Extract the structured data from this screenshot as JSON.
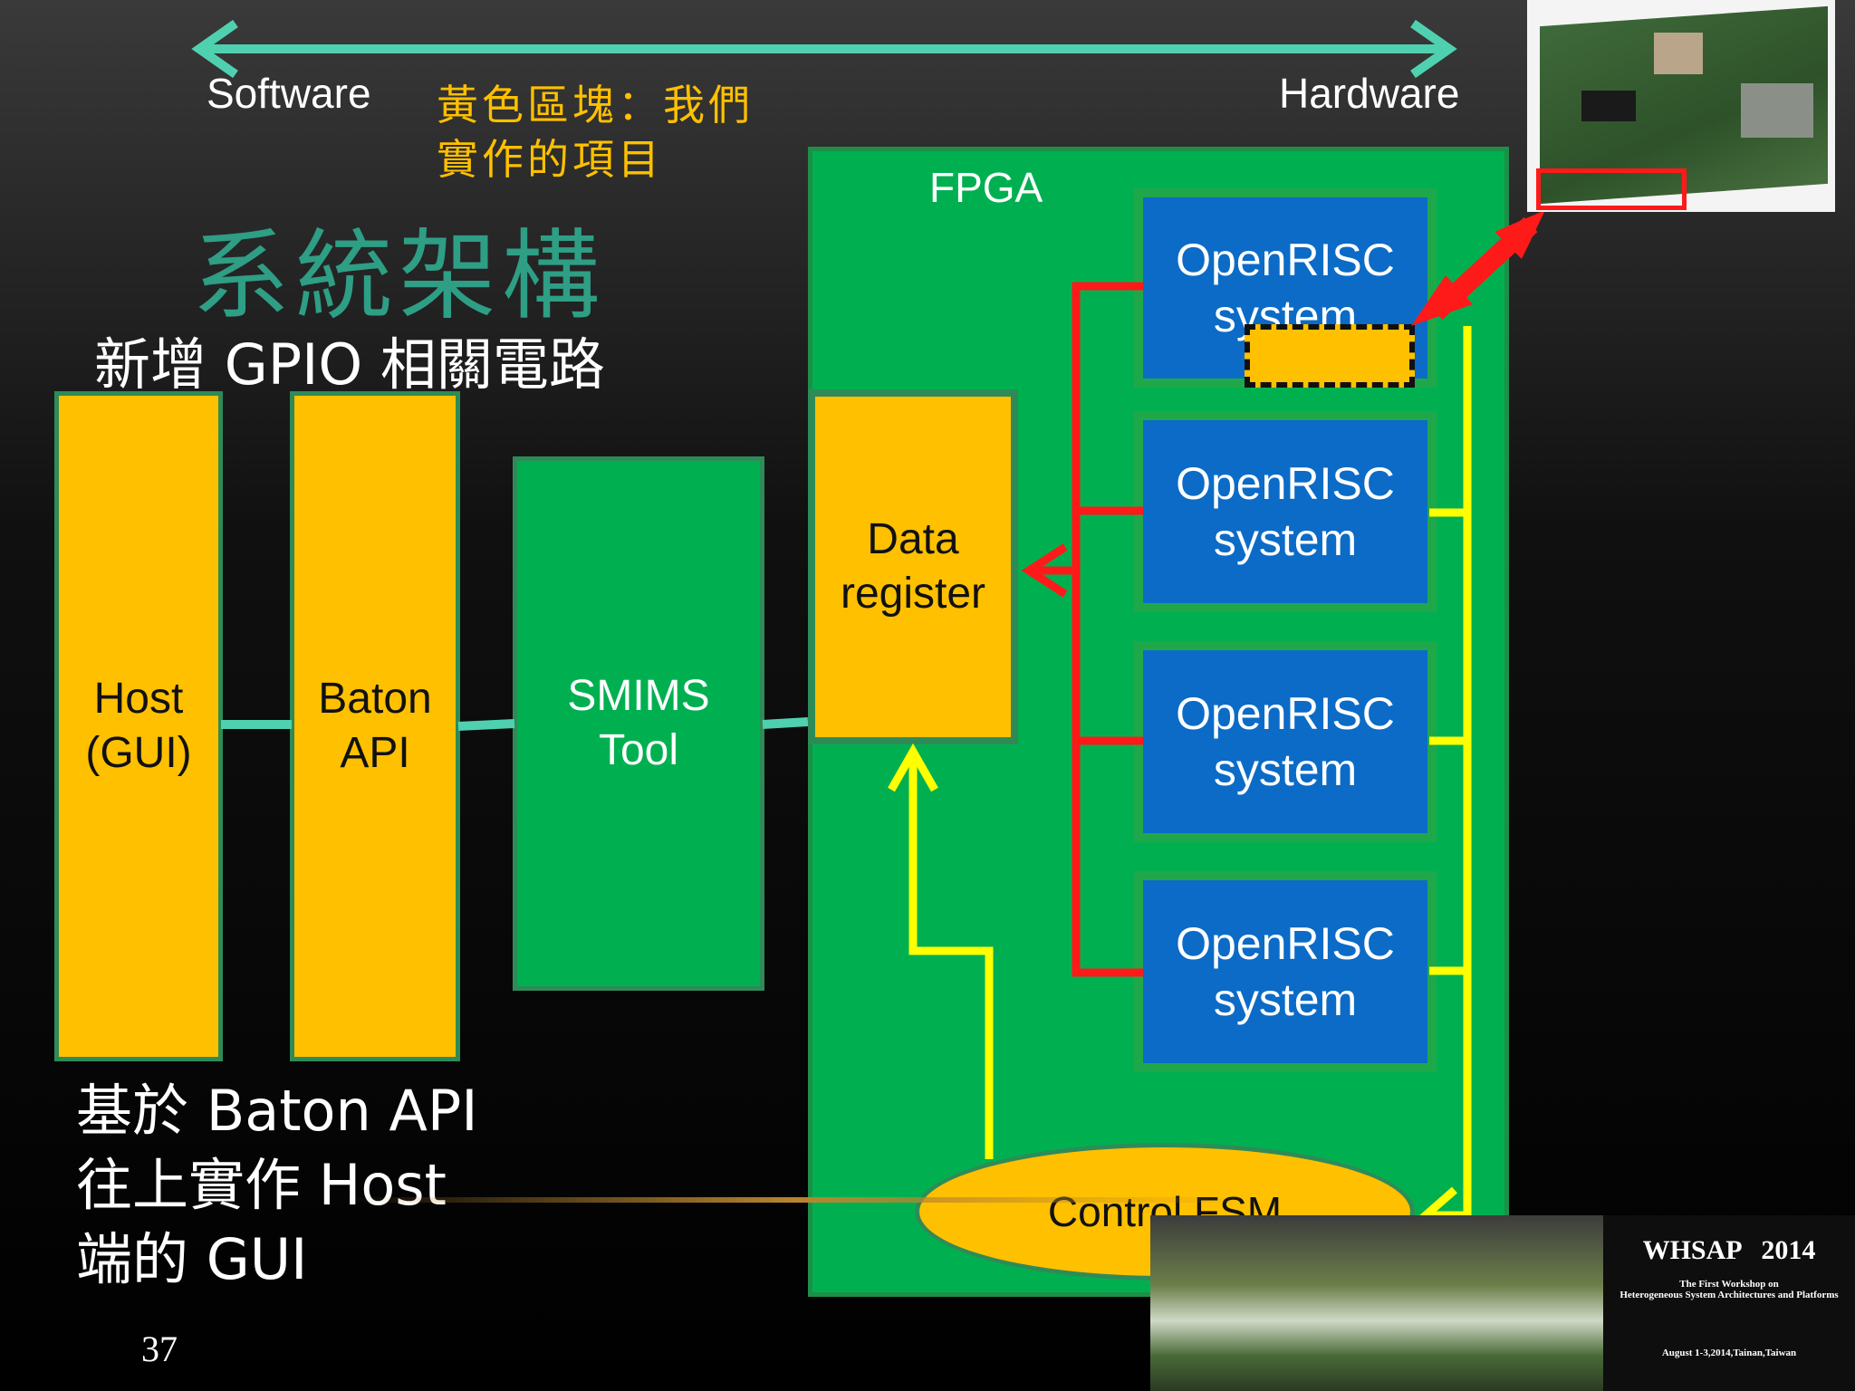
{
  "axis": {
    "left": "Software",
    "right": "Hardware"
  },
  "note": "黃色區塊：我們\n實作的項目",
  "title": "系統架構",
  "subtitle": "新增 GPIO 相關電路",
  "blocks": {
    "host": "Host\n(GUI)",
    "baton": "Baton\nAPI",
    "smims": "SMIMS\nTool",
    "fpga": "FPGA",
    "data_register": "Data\nregister",
    "openrisc": [
      "OpenRISC\nsystem",
      "OpenRISC\nsystem",
      "OpenRISC\nsystem",
      "OpenRISC\nsystem"
    ],
    "control_fsm": "Control FSM"
  },
  "bottom_note": "基於 Baton API\n往上實作 Host\n端的 GUI",
  "page_number": "37",
  "banner": {
    "title": "WHSAP   2014",
    "line1": "The First Workshop on",
    "line2": "Heterogeneous System Architectures and Platforms",
    "line3": "August 1-3,2014,Tainan,Taiwan"
  },
  "colors": {
    "yellow": "#FFC000",
    "green": "#00B050",
    "blue": "#0B6BC7",
    "teal": "#4FD1B0",
    "red": "#FF1A1A",
    "bright_yellow": "#FFFF00"
  }
}
